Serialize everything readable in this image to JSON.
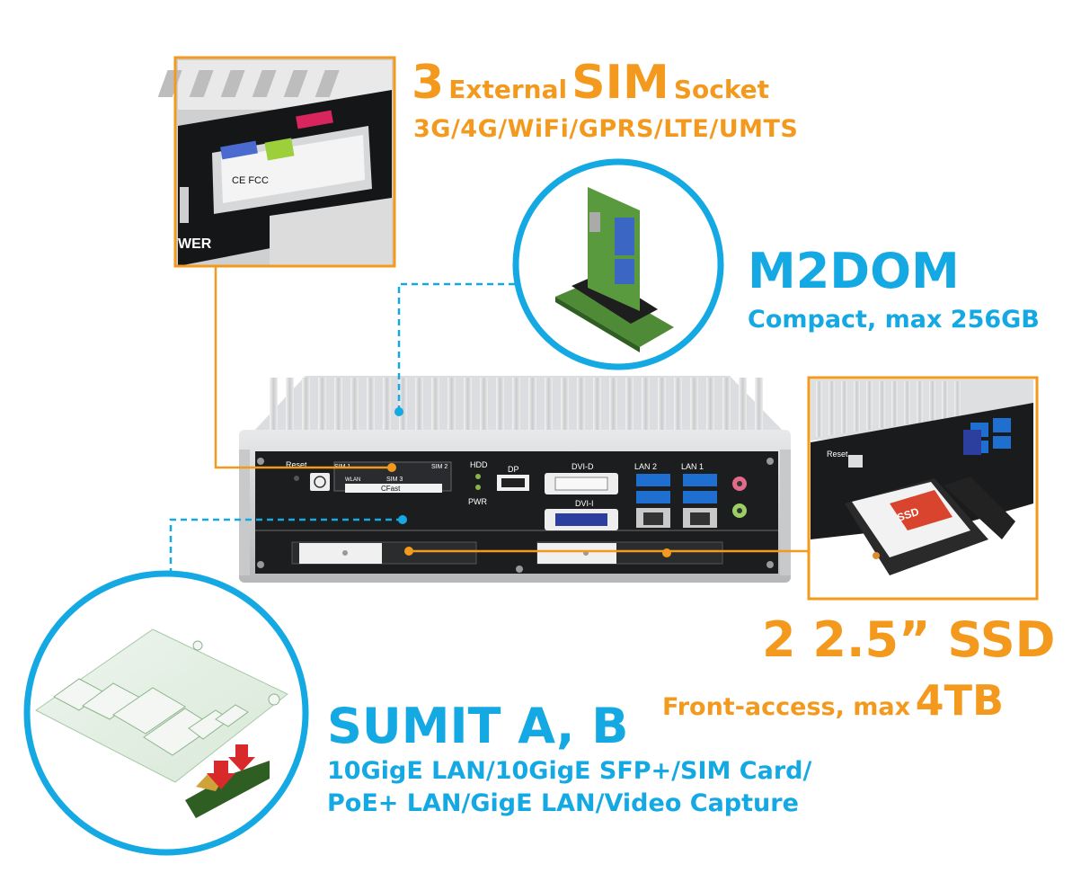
{
  "sim": {
    "count": "3",
    "word1": "External",
    "word2": "SIM",
    "word3": "Socket",
    "subtitle": "3G/4G/WiFi/GPRS/LTE/UMTS"
  },
  "m2dom": {
    "title": "M2DOM",
    "subtitle": "Compact, max 256GB"
  },
  "ssd": {
    "title": "2 2.5” SSD",
    "subtitle_prefix": "Front-access, max",
    "subtitle_capacity": "4TB"
  },
  "sumit": {
    "title": "SUMIT A, B",
    "subtitle_line1": "10GigE LAN/10GigE SFP+/SIM Card/",
    "subtitle_line2": "PoE+ LAN/GigE LAN/Video Capture"
  },
  "device_labels": {
    "reset": "Reset",
    "sim1": "SIM 1",
    "sim2": "SIM 2",
    "sim3": "SIM 3",
    "wlan": "WLAN",
    "cfast": "CFast",
    "hdd": "HDD",
    "pwr": "PWR",
    "dp": "DP",
    "dvid": "DVI-D",
    "dvii": "DVI-I",
    "lan2": "LAN 2",
    "lan1": "LAN 1",
    "ce": "CE FCC",
    "power": "WER",
    "ssd_brand": "SSD"
  },
  "colors": {
    "orange": "#f39a1e",
    "blue": "#14a9e3"
  }
}
